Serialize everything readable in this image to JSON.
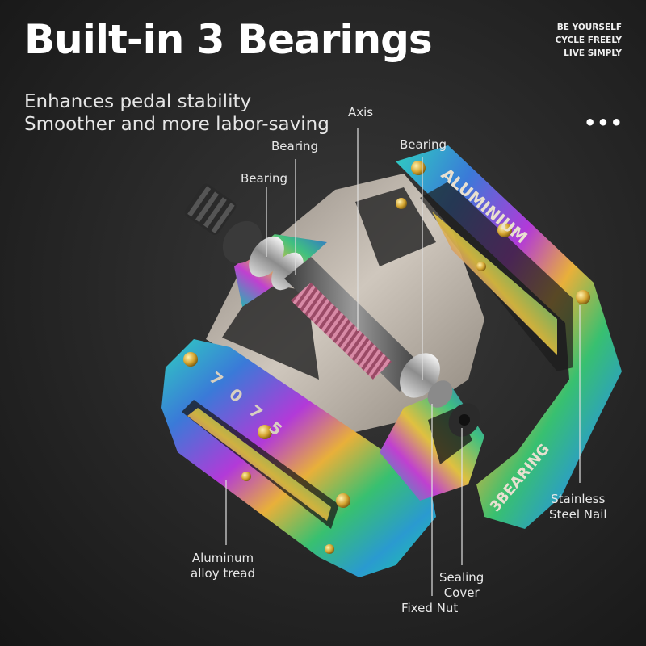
{
  "headline": "Built-in 3 Bearings",
  "slogan": [
    "BE YOURSELF",
    "CYCLE FREELY",
    "LIVE SIMPLY"
  ],
  "subtitle": [
    "Enhances pedal stability",
    "Smoother and more labor-saving"
  ],
  "more_icon": "more-dots-icon",
  "callouts": {
    "axis": "Axis",
    "bearing_1": "Bearing",
    "bearing_2": "Bearing",
    "bearing_3": "Bearing",
    "stainless_nail": [
      "Stainless",
      "Steel Nail"
    ],
    "aluminum_tread": [
      "Aluminum",
      "alloy tread"
    ],
    "sealing_cover": [
      "Sealing",
      "Cover"
    ],
    "fixed_nut": "Fixed Nut"
  },
  "product_markings": {
    "side_text": "ALUMINIUM",
    "front_text": "7075",
    "end_text": "3 BEARING"
  },
  "colors": {
    "background": "#262626",
    "text": "#ffffff",
    "leader_line": "#e0e0e0"
  }
}
